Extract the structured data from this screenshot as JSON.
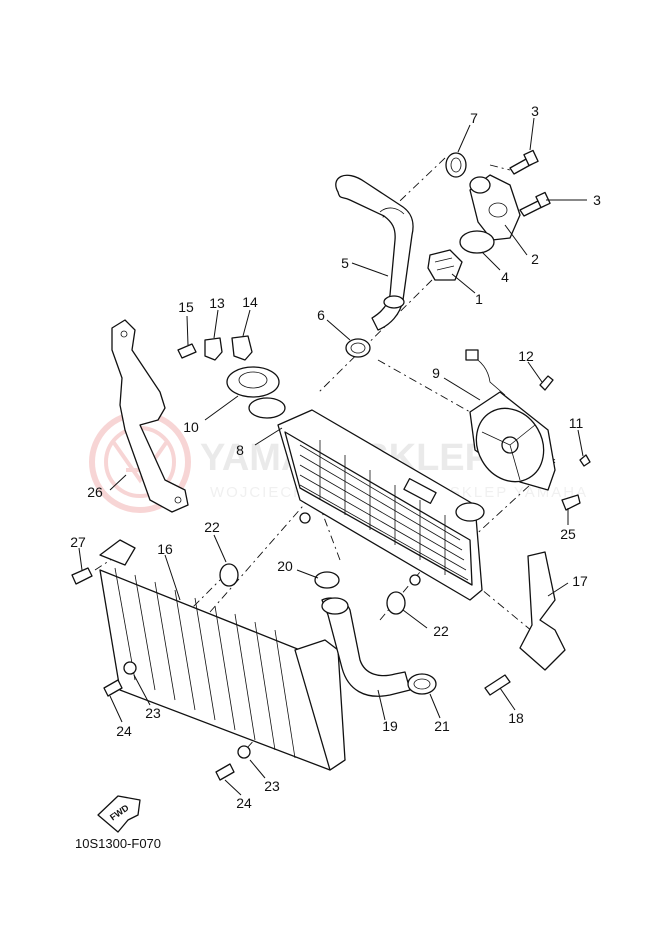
{
  "watermark": {
    "brand": "YAMAHASKLEP.PL",
    "tagline": "WOJCIECH SZCZYGIELSKI SKLEP YAMAHA",
    "logo_color": "#f2b3b3",
    "text_color": "#d9d9d9"
  },
  "figure_code": "10S1300-F070",
  "fwd_label": "FWD",
  "callouts": [
    "1",
    "2",
    "3",
    "3",
    "4",
    "5",
    "6",
    "7",
    "8",
    "9",
    "10",
    "11",
    "12",
    "13",
    "14",
    "15",
    "16",
    "17",
    "18",
    "19",
    "20",
    "21",
    "22",
    "22",
    "23",
    "23",
    "24",
    "24",
    "25",
    "26",
    "27"
  ]
}
